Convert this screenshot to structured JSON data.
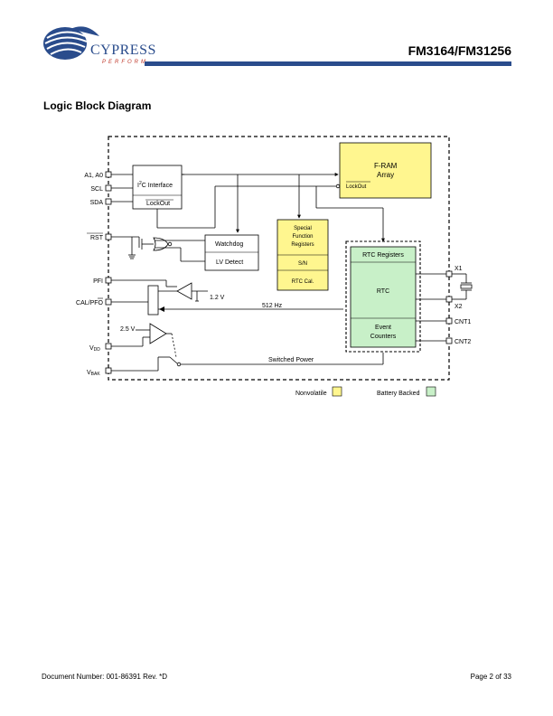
{
  "header": {
    "brand": "CYPRESS",
    "tagline": "PERFORM",
    "part_number": "FM3164/FM31256"
  },
  "section_title": "Logic Block Diagram",
  "diagram": {
    "pins": {
      "a1_a0": "A1, A0",
      "scl": "SCL",
      "sda": "SDA",
      "rst": "RST",
      "pfi": "PFI",
      "cal_pfo": "CAL/PFO",
      "vdd": "V",
      "vdd_sub": "DD",
      "vbak": "V",
      "vbak_sub": "BAK",
      "x1": "X1",
      "x2": "X2",
      "cnt1": "CNT1",
      "cnt2": "CNT2"
    },
    "blocks": {
      "i2c_sup": "2",
      "i2c_interface_pre": "I",
      "i2c_interface": "C Interface",
      "i2c_lockout": "LockOut",
      "fram_line1": "F-RAM",
      "fram_line2": "Array",
      "fram_lockout": "LockOut",
      "special_line1": "Special",
      "special_line2": "Function",
      "special_line3": "Registers",
      "sn": "S/N",
      "rtc_cal": "RTC Cal.",
      "watchdog": "Watchdog",
      "lv_detect": "LV Detect",
      "rtc_registers": "RTC Registers",
      "rtc": "RTC",
      "event_line1": "Event",
      "event_line2": "Counters"
    },
    "signals": {
      "v_1_2": "1.2 V",
      "hz_512": "512 Hz",
      "v_2_5": "2.5 V",
      "switched_power": "Switched Power"
    },
    "legend": {
      "nonvolatile": "Nonvolatile",
      "battery_backed": "Battery Backed"
    },
    "colors": {
      "nonvolatile": "#fff68f",
      "battery_backed": "#c8f0c8",
      "brand_blue": "#2a4c8c"
    }
  },
  "footer": {
    "document_number": "Document Number: 001-86391 Rev. *D",
    "page": "Page 2 of 33"
  }
}
